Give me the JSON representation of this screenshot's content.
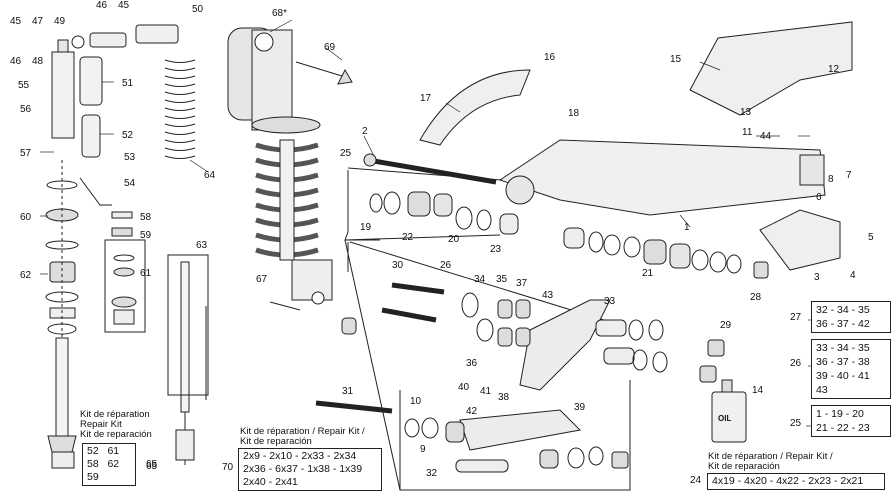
{
  "part_numbers": [
    "45",
    "47",
    "49",
    "46",
    "45",
    "46",
    "48",
    "50",
    "68*",
    "69",
    "55",
    "56",
    "51",
    "52",
    "53",
    "54",
    "57",
    "58",
    "59",
    "60",
    "61",
    "62",
    "63",
    "64",
    "65",
    "16",
    "15",
    "12",
    "13",
    "11",
    "44",
    "17",
    "18",
    "2",
    "25",
    "19",
    "22",
    "20",
    "23",
    "1",
    "6",
    "7",
    "8",
    "5",
    "4",
    "3",
    "21",
    "28",
    "67",
    "30",
    "26",
    "34",
    "35",
    "37",
    "43",
    "33",
    "36",
    "40",
    "41",
    "38",
    "39",
    "42",
    "29",
    "14",
    "31",
    "10",
    "9",
    "32",
    "27",
    "24",
    "70",
    "44"
  ],
  "repair_kit_65": {
    "title_lines": [
      "Kit de réparation",
      "Repair Kit",
      "Kit de reparación"
    ],
    "rows": [
      [
        "52",
        "61"
      ],
      [
        "58",
        "62"
      ],
      [
        "59",
        ""
      ]
    ],
    "ref": "65"
  },
  "repair_kit_70": {
    "title_lines": [
      "Kit de réparation / Repair Kit /",
      "Kit de reparación"
    ],
    "rows": [
      "2x9 - 2x10 - 2x33 - 2x34",
      "2x36 - 6x37 - 1x38 - 1x39",
      "2x40 - 2x41"
    ],
    "ref": "70"
  },
  "repair_kit_24": {
    "title_lines": [
      "Kit de réparation / Repair Kit /",
      "Kit de reparación"
    ],
    "row": "4x19 - 4x20 - 4x22 - 2x23 - 2x21",
    "ref": "24"
  },
  "ref_box_27": {
    "ref": "27",
    "rows": [
      "32 - 34 - 35",
      "36 - 37 - 42"
    ]
  },
  "ref_box_26": {
    "ref": "26",
    "rows": [
      "33 - 34 - 35",
      "36 - 37 - 38",
      "39 - 40 - 41",
      "43"
    ]
  },
  "ref_box_25": {
    "ref": "25",
    "rows": [
      "1 - 19 - 20",
      "21 - 22 - 23"
    ]
  },
  "oil_label": "OIL"
}
